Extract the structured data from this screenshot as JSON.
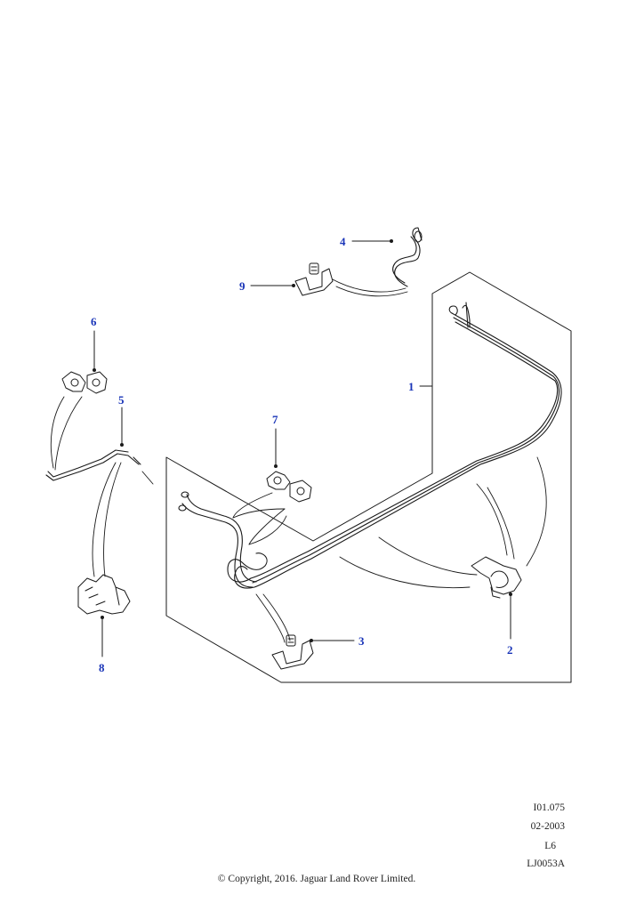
{
  "diagram": {
    "callouts": [
      "1",
      "2",
      "3",
      "4",
      "5",
      "6",
      "7",
      "8",
      "9"
    ]
  },
  "meta": {
    "ref": "I01.075",
    "date": "02-2003",
    "engine": "L6",
    "illustration_code": "LJ0053A"
  },
  "footer": {
    "copyright": "© Copyright, 2016. Jaguar Land Rover Limited."
  },
  "colors": {
    "line": "#1a1a1a",
    "callout_text": "#1a35b8"
  }
}
